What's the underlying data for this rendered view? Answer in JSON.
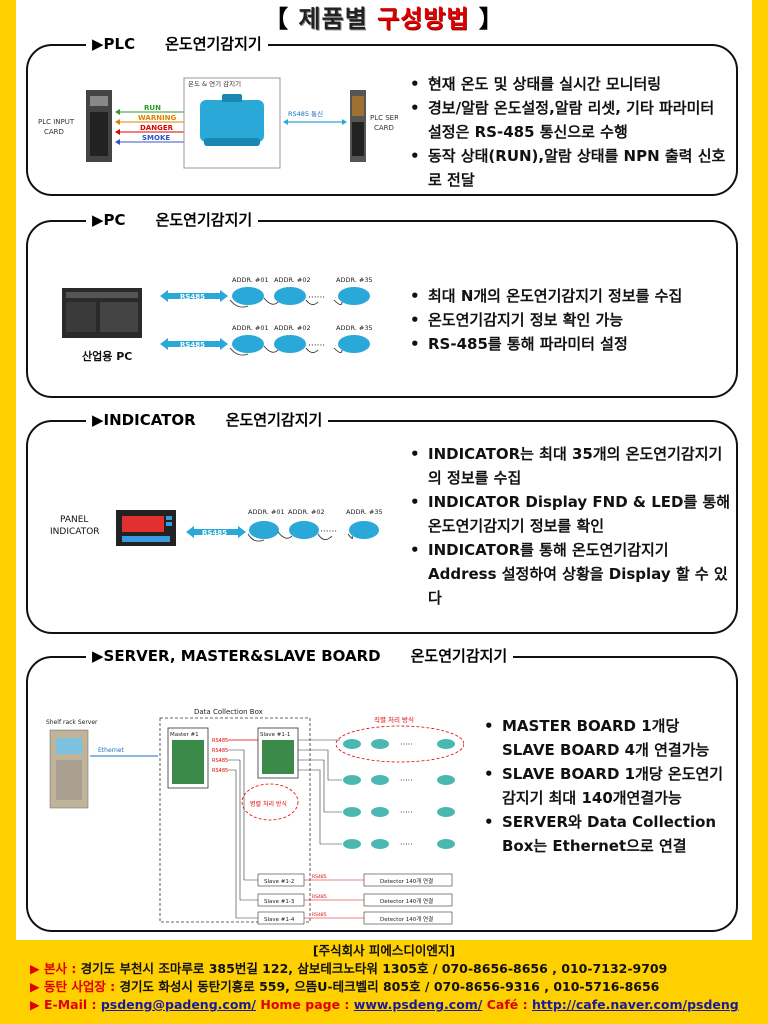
{
  "title": {
    "open": "【 ",
    "part1": "제품별 ",
    "part2": "구성방법",
    "close": " 】"
  },
  "sections": [
    {
      "arrow": "▶",
      "label": "PLC",
      "subtitle": "온도연기감지기",
      "figure": {
        "box_label": "온도 & 연기 감지기",
        "left_card": [
          "PLC INPUT",
          "CARD"
        ],
        "right_card": [
          "PLC SERIAL",
          "CARD"
        ],
        "signals": [
          "RUN",
          "WARNING",
          "DANGER",
          "SMOKE"
        ],
        "link_label": "RS485 통신"
      },
      "bullets": [
        "현재 온도 및 상태를 실시간 모니터링",
        "경보/알람 온도설정,알람 리셋, 기타 파라미터 설정은 RS-485 통신으로 수행",
        "동작 상태(RUN),알람 상태를 NPN 출력 신호로 전달"
      ]
    },
    {
      "arrow": "▶",
      "label": "PC",
      "subtitle": "온도연기감지기",
      "figure": {
        "pc_label": "산업용 PC",
        "link_label": "RS485",
        "addr": [
          "ADDR. #01",
          "ADDR. #02",
          "ADDR. #35"
        ],
        "dots": "······"
      },
      "bullets": [
        "최대 N개의 온도연기감지기 정보를 수집",
        "온도연기감지기 정보 확인 가능",
        "RS-485를 통해 파라미터 설정"
      ]
    },
    {
      "arrow": "▶",
      "label": "INDICATOR",
      "subtitle": "온도연기감지기",
      "figure": {
        "panel_label": [
          "PANEL",
          "INDICATOR"
        ],
        "link_label": "RS485",
        "addr": [
          "ADDR. #01",
          "ADDR. #02",
          "ADDR. #35"
        ],
        "dots": "······"
      },
      "bullets": [
        "INDICATOR는 최대 35개의 온도연기감지기의 정보를 수집",
        "INDICATOR Display FND & LED를 통해 온도연기감지기 정보를 확인",
        "INDICATOR를 통해 온도연기감지기 Address 설정하여 상황을 Display 할 수 있다"
      ]
    },
    {
      "arrow": "▶",
      "label": "SERVER, MASTER&SLAVE BOARD",
      "subtitle": "온도연기감지기",
      "figure": {
        "server_label": "Shelf rack Server",
        "ethernet": "Ethernet",
        "box_title": "Data Collection Box",
        "master": "Master #1",
        "slave_main": "Slave #1-1",
        "rs485": "RS485",
        "serial_label": "직렬 처리 방식",
        "parallel_label": "병렬 처리 방식",
        "slaves": [
          "Slave #1-2",
          "Slave #1-3",
          "Slave #1-4"
        ],
        "detector_box": "Detector 140개 연결",
        "dots": "·····"
      },
      "bullets": [
        "MASTER BOARD 1개당 SLAVE BOARD 4개 연결가능",
        "SLAVE BOARD 1개당 온도연기감지기 최대 140개연결가능",
        "SERVER와 Data Collection Box는 Ethernet으로 연결"
      ]
    }
  ],
  "footer": {
    "company": "[주식회사 피에스디이엔지]",
    "hq_label": "▶ 본사 : ",
    "hq_text": "경기도 부천시 조마루로 385번길 122, 삼보테크노타워 1305호 / 070-8656-8656 , 010-7132-9709",
    "branch_label": "▶ 동탄 사업장 : ",
    "branch_text": "경기도 화성시 동탄기흥로 559, 으뜸U-테크벨리 805호 / 070-8656-9316 , 010-5716-8656",
    "email_label": "▶ E-Mail : ",
    "email": "psdeng@padeng.com/",
    "home_label": " Home page : ",
    "home": "www.psdeng.com/",
    "cafe_label": " Café : ",
    "cafe": "http://cafe.naver.com/psdeng"
  },
  "colors": {
    "frame": "#ffd000",
    "accent_red": "#e00000",
    "device_teal": "#2aa8d8",
    "link_blue": "#1a1aa0"
  }
}
